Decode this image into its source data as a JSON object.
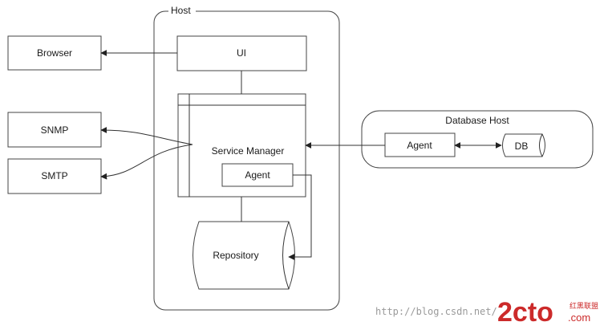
{
  "diagram": {
    "host_label": "Host",
    "browser_label": "Browser",
    "snmp_label": "SNMP",
    "smtp_label": "SMTP",
    "ui_label": "UI",
    "service_manager_label": "Service Manager",
    "agent_label": "Agent",
    "repository_label": "Repository",
    "database_host_label": "Database Host",
    "db_agent_label": "Agent",
    "db_label": "DB"
  },
  "watermark": {
    "url": "http://blog.csdn.net/",
    "logo": "2cto",
    "domain": ".com",
    "tagline": "红黑联盟"
  },
  "colors": {
    "stroke": "#444444",
    "watermark_red": "#cc2a2a",
    "watermark_gray": "#9a9a9a"
  }
}
